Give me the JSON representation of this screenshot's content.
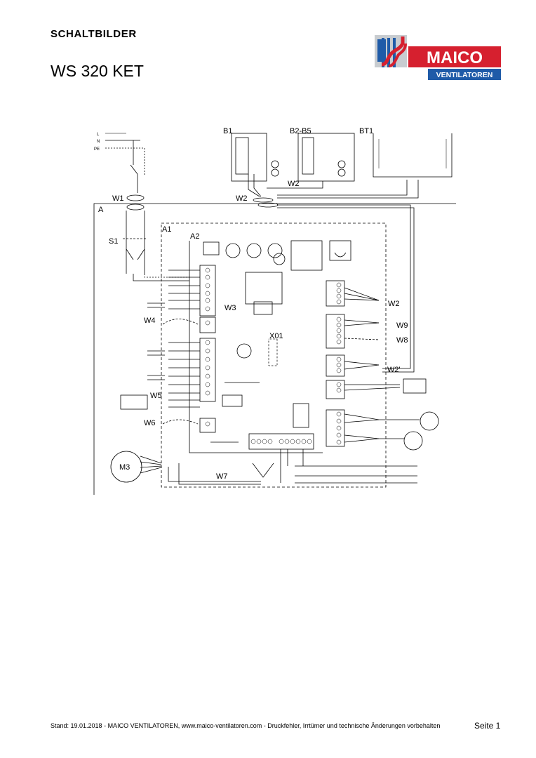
{
  "header": {
    "section_title": "SCHALTBILDER",
    "document_title": "WS 320 KET"
  },
  "logo": {
    "brand": "MAICO",
    "subtitle": "VENTILATOREN",
    "colors": {
      "red": "#d6202f",
      "blue": "#1f5ba8",
      "grey": "#c8ccd0"
    }
  },
  "diagram": {
    "labels": {
      "L": "L",
      "N": "N",
      "PE": "PE",
      "B1": "B1",
      "B2B5": "B2-B5",
      "BT1": "BT1",
      "W1": "W1",
      "W2_top": "W2",
      "W2_mid": "W2",
      "A": "A",
      "A1": "A1",
      "A2": "A2",
      "S1": "S1",
      "W3": "W3",
      "W4": "W4",
      "X01": "X01",
      "W2_right": "W2",
      "W9": "W9",
      "W8": "W8",
      "W2prime": "W2'",
      "W5": "W5",
      "W6": "W6",
      "M3": "M3",
      "W7": "W7"
    }
  },
  "footer": {
    "left": "Stand: 19.01.2018 - MAICO VENTILATOREN, www.maico-ventilatoren.com - Druckfehler, Irrtümer und technische Änderungen vorbehalten",
    "right": "Seite 1"
  }
}
